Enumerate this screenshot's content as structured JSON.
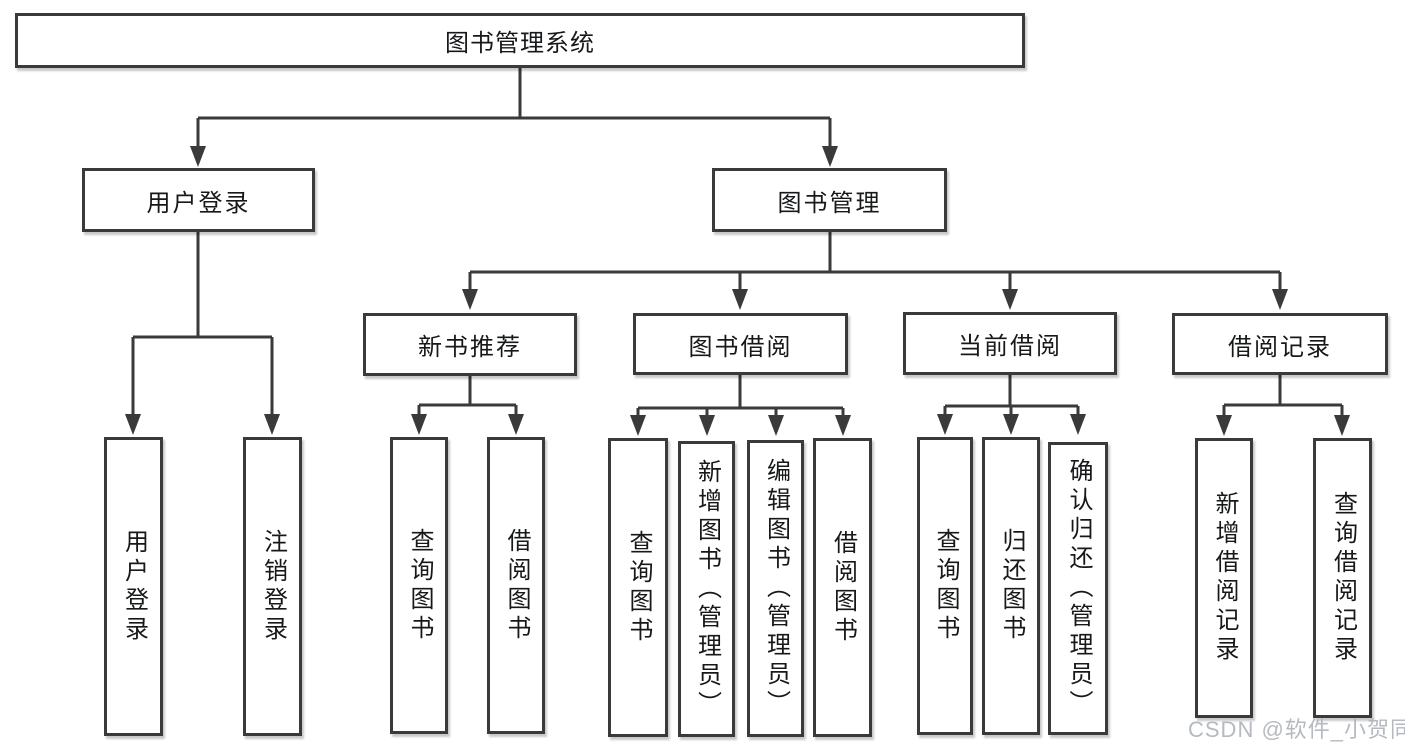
{
  "nodes": {
    "root": "图书管理系统",
    "user_login": "用户登录",
    "book_mgmt": "图书管理",
    "new_book_rec": "新书推荐",
    "book_borrow": "图书借阅",
    "current_borrow": "当前借阅",
    "borrow_records": "借阅记录",
    "leaf_user_login": "用户登录",
    "leaf_logout": "注销登录",
    "leaf_nb_query": "查询图书",
    "leaf_nb_borrow": "借阅图书",
    "leaf_bb_query": "查询图书",
    "leaf_bb_add": "新增图书（管理员）",
    "leaf_bb_edit": "编辑图书（管理员）",
    "leaf_bb_borrow": "借阅图书",
    "leaf_cb_query": "查询图书",
    "leaf_cb_return": "归还图书",
    "leaf_cb_confirm": "确认归还（管理员）",
    "leaf_br_add": "新增借阅记录",
    "leaf_br_query": "查询借阅记录"
  },
  "structure": {
    "root": "图书管理系统",
    "children": [
      {
        "label": "用户登录",
        "children": [
          "用户登录",
          "注销登录"
        ]
      },
      {
        "label": "图书管理",
        "children": [
          {
            "label": "新书推荐",
            "children": [
              "查询图书",
              "借阅图书"
            ]
          },
          {
            "label": "图书借阅",
            "children": [
              "查询图书",
              "新增图书（管理员）",
              "编辑图书（管理员）",
              "借阅图书"
            ]
          },
          {
            "label": "当前借阅",
            "children": [
              "查询图书",
              "归还图书",
              "确认归还（管理员）"
            ]
          },
          {
            "label": "借阅记录",
            "children": [
              "新增借阅记录",
              "查询借阅记录"
            ]
          }
        ]
      }
    ]
  },
  "colors": {
    "line": "#3a3a3a",
    "box_border": "#3a3a3a",
    "box_fill": "#ffffff",
    "text": "#17181a",
    "background": "#ffffff",
    "watermark": "#aeb3ba"
  },
  "watermark": "CSDN @软件_小贺同学"
}
